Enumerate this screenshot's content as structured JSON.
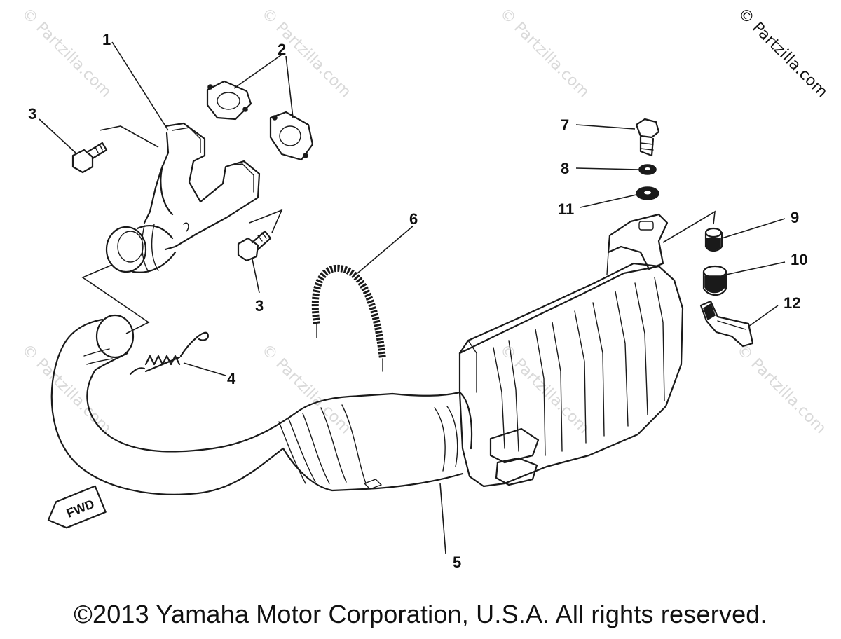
{
  "watermark": {
    "corner": "© Partzilla.com",
    "repeat": "© Partzilla.com"
  },
  "callouts": {
    "c1": "1",
    "c2": "2",
    "c3a": "3",
    "c3b": "3",
    "c4": "4",
    "c5": "5",
    "c6": "6",
    "c7": "7",
    "c8": "8",
    "c9": "9",
    "c10": "10",
    "c11": "11",
    "c12": "12"
  },
  "direction_badge": "FWD",
  "copyright": "©2013 Yamaha Motor Corporation, U.S.A. All rights reserved."
}
